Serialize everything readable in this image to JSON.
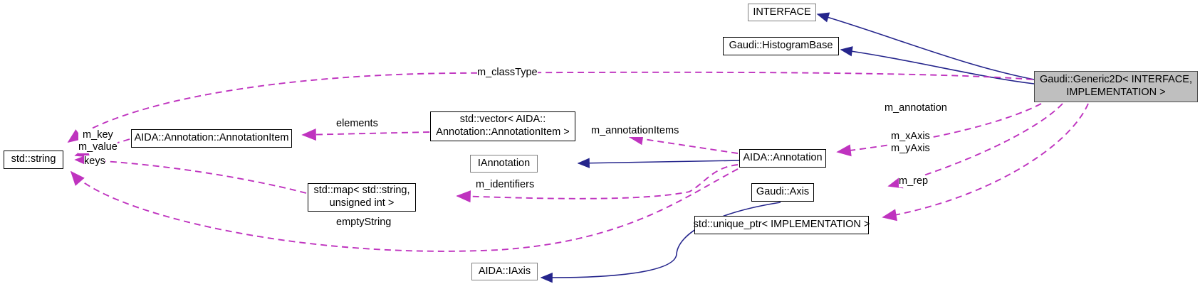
{
  "diagram": {
    "title": "Gaudi::Generic2D< INTERFACE, IMPLEMENTATION > collaboration diagram",
    "type": "uml-collaboration-graph",
    "colors": {
      "inheritance_edge": "#25258c",
      "usage_edge": "#bf33bf",
      "node_border": "#000000",
      "node_border_light": "#808080",
      "current_node_fill": "#bfbfbf",
      "background": "#ffffff"
    }
  },
  "nodes": [
    {
      "id": "interface",
      "label": "INTERFACE",
      "style": "gray"
    },
    {
      "id": "histogrambase",
      "label": "Gaudi::HistogramBase",
      "style": "solid"
    },
    {
      "id": "generic2d",
      "label": "Gaudi::Generic2D< INTERFACE,\nIMPLEMENTATION >",
      "style": "current"
    },
    {
      "id": "annotationitem",
      "label": "AIDA::Annotation::AnnotationItem",
      "style": "solid"
    },
    {
      "id": "vector",
      "label": "std::vector< AIDA::\nAnnotation::AnnotationItem >",
      "style": "solid"
    },
    {
      "id": "string",
      "label": "std::string",
      "style": "solid"
    },
    {
      "id": "iannotation",
      "label": "IAnnotation",
      "style": "gray"
    },
    {
      "id": "annotation",
      "label": "AIDA::Annotation",
      "style": "solid"
    },
    {
      "id": "map",
      "label": "std::map< std::string,\nunsigned int >",
      "style": "solid"
    },
    {
      "id": "axis",
      "label": "Gaudi::Axis",
      "style": "solid"
    },
    {
      "id": "uniqueptr",
      "label": "std::unique_ptr< IMPLEMENTATION >",
      "style": "solid"
    },
    {
      "id": "iaxis",
      "label": "AIDA::IAxis",
      "style": "gray"
    }
  ],
  "edge_labels": [
    {
      "id": "m_classtype",
      "text": "m_classType"
    },
    {
      "id": "elements",
      "text": "elements"
    },
    {
      "id": "m_annotationitems",
      "text": "m_annotationItems"
    },
    {
      "id": "m_key_m_value",
      "text": "m_key\nm_value"
    },
    {
      "id": "keys",
      "text": "keys"
    },
    {
      "id": "m_identifiers",
      "text": "m_identifiers"
    },
    {
      "id": "emptystring",
      "text": "emptyString"
    },
    {
      "id": "m_annotation",
      "text": "m_annotation"
    },
    {
      "id": "m_xaxis_m_yaxis",
      "text": "m_xAxis\nm_yAxis"
    },
    {
      "id": "m_rep",
      "text": "m_rep"
    }
  ],
  "edges": [
    {
      "from": "interface",
      "to": "generic2d",
      "kind": "inheritance",
      "label": null
    },
    {
      "from": "histogrambase",
      "to": "generic2d",
      "kind": "inheritance",
      "label": null
    },
    {
      "from": "string",
      "to": "generic2d",
      "kind": "usage",
      "label": "m_classType"
    },
    {
      "from": "annotationitem",
      "to": "vector",
      "kind": "usage",
      "label": "elements"
    },
    {
      "from": "vector",
      "to": "annotation",
      "kind": "usage",
      "label": "m_annotationItems"
    },
    {
      "from": "string",
      "to": "annotationitem",
      "kind": "usage",
      "label": "m_key\nm_value"
    },
    {
      "from": "string",
      "to": "map",
      "kind": "usage",
      "label": "keys"
    },
    {
      "from": "map",
      "to": "annotation",
      "kind": "usage",
      "label": "m_identifiers"
    },
    {
      "from": "string",
      "to": "annotation",
      "kind": "usage",
      "label": "emptyString"
    },
    {
      "from": "iannotation",
      "to": "annotation",
      "kind": "inheritance",
      "label": null
    },
    {
      "from": "annotation",
      "to": "generic2d",
      "kind": "usage",
      "label": "m_annotation"
    },
    {
      "from": "axis",
      "to": "generic2d",
      "kind": "usage",
      "label": "m_xAxis\nm_yAxis"
    },
    {
      "from": "uniqueptr",
      "to": "generic2d",
      "kind": "usage",
      "label": "m_rep"
    },
    {
      "from": "iaxis",
      "to": "axis",
      "kind": "inheritance",
      "label": null
    }
  ]
}
